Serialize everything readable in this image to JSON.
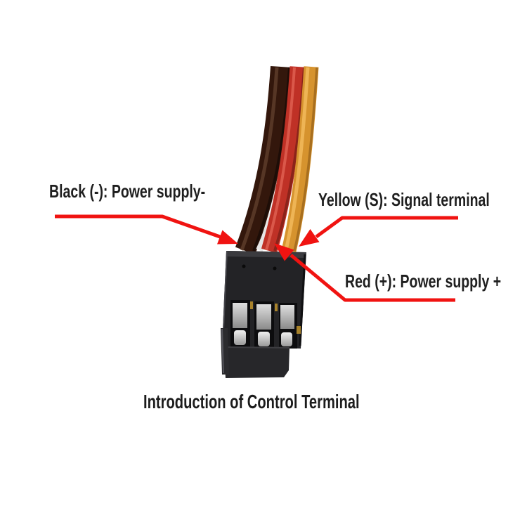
{
  "figure": {
    "labels": {
      "black": "Black (-): Power supply-",
      "yellow": "Yellow (S): Signal terminal",
      "red": "Red (+): Power supply +"
    },
    "caption": "Introduction of Control Terminal",
    "icons": {
      "arrow_black": "arrow-pointing-to-black-wire",
      "arrow_yellow": "arrow-pointing-to-yellow-wire",
      "arrow_red": "arrow-pointing-to-red-wire"
    },
    "colors": {
      "background": "#ffffff",
      "label_text": "#1f1f1f",
      "annotation_red": "#f01311",
      "wire_black": "#33170c",
      "wire_red": "#bf3126",
      "wire_yellow": "#d6932e",
      "wire_white": "#e6e6e6",
      "connector_body": "#232326",
      "contact_metal": "#c4c4c4"
    }
  }
}
